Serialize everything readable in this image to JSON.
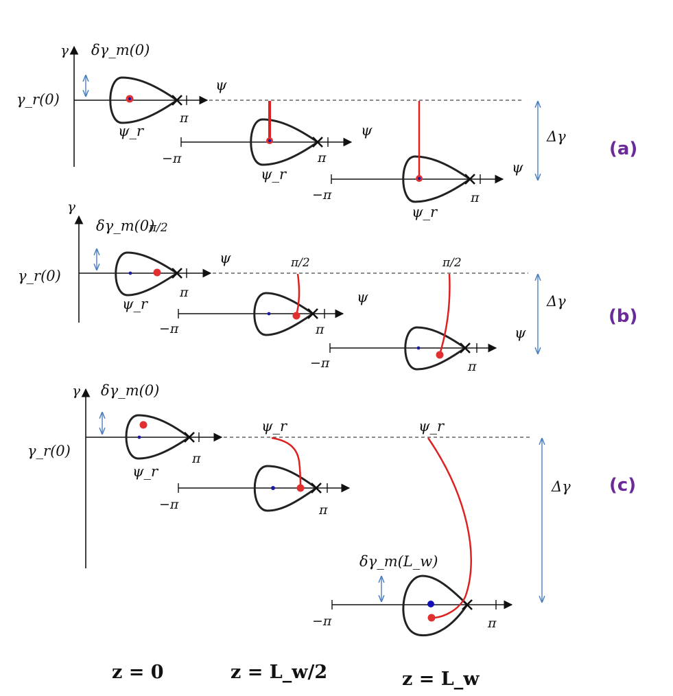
{
  "figure": {
    "panel_labels": {
      "a": "(a)",
      "b": "(b)",
      "c": "(c)"
    },
    "axis": {
      "gamma": "γ",
      "psi": "ψ"
    },
    "symbols": {
      "gamma_r0": "γ_r(0)",
      "delta_gamma_m0": "δγ_m(0)",
      "delta_gamma_mLw": "δγ_m(L_w)",
      "delta_gamma": "Δγ",
      "psi_r": "ψ_r",
      "pi": "π",
      "minus_pi": "−π",
      "pi_over_2": "π/2"
    },
    "bottom_labels": {
      "z0": "z = 0",
      "zhalf": "z = L_w/2",
      "zfull": "z = L_w"
    },
    "colors": {
      "line": "#111111",
      "particle": "#e03030",
      "trajectory": "#dd2020",
      "center_dot": "#1a1aa0",
      "bracket_arrow": "#4a7ec0",
      "panel_label": "#6a2a9a"
    }
  }
}
